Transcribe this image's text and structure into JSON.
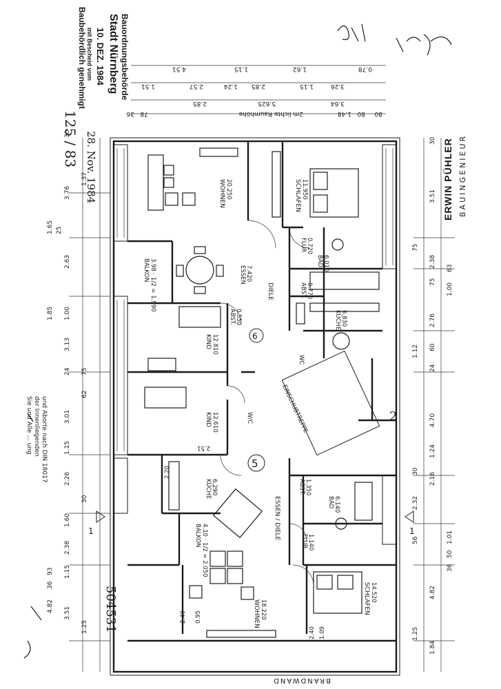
{
  "stamp": {
    "line1": "Baubehördlich genehmigt",
    "line2": "mit Bescheid vom",
    "date": "10. DEZ. 1984",
    "city": "Stadt Nürnberg",
    "office": "Bauordnungsbehörde"
  },
  "case_number": "125 / 83",
  "received_date": "28. Nov. 1984",
  "doc_number": "504531",
  "din_note": {
    "line1": "Sie und Alle ... ung",
    "line2": "der Innenliegenden",
    "line3": "und Aborte nach DIN 18017"
  },
  "architect": {
    "name": "ERWIN PÜHLER",
    "title": "BAUINGENIEUR"
  },
  "brandwand": "BRANDWAND",
  "rooms": {
    "wohnen_top": {
      "name": "WOHNEN",
      "area": "20.250"
    },
    "schlafen_top": {
      "name": "SCHLAFEN",
      "area": "11.950"
    },
    "flur_top": {
      "name": "FLUR",
      "area": "0.720"
    },
    "bad_top": {
      "name": "BAD",
      "area": "6.010"
    },
    "abst_top": {
      "name": "ABST.",
      "area": "0.770"
    },
    "kueche_top": {
      "name": "KÜCHE",
      "area": "6.830"
    },
    "balkon_top": {
      "name": "BALKON",
      "area": "3.98 · 1/2 = 1.990"
    },
    "essen_top": {
      "name": "ESSEN",
      "area": "7.420"
    },
    "diele_top": {
      "name": "DIELE"
    },
    "abst_mid": {
      "name": "ABST.",
      "area": "0.550"
    },
    "kind_1": {
      "name": "KIND",
      "area": "12.810"
    },
    "kind_2": {
      "name": "KIND",
      "area": "12.610"
    },
    "wc_top": {
      "name": "WC"
    },
    "wc_mid": {
      "name": "W/C"
    },
    "kueche_bottom": {
      "name": "KÜCHE",
      "area": "6.290"
    },
    "essen_diele": {
      "name": "ESSEN / DIELE"
    },
    "abst_bottom": {
      "name": "ABST.",
      "area": "1.350"
    },
    "bad_bottom": {
      "name": "BAD",
      "area": "6.140"
    },
    "flur_bottom": {
      "name": "FLUR",
      "area": "1.140"
    },
    "balkon_bottom": {
      "name": "BALKON",
      "area": "4.10 · 1/2 = 2.050"
    },
    "wohnen_bottom": {
      "name": "WOHNEN",
      "area": "18.220"
    },
    "schlafen_bottom": {
      "name": "SCHLAFEN",
      "area": "14.520"
    }
  },
  "unit_markers": {
    "unit_6": "6",
    "unit_5": "5",
    "stair": "2"
  },
  "stair_label": "EINSCHUBTREPPE",
  "section_marks": {
    "left": "1",
    "right": "1"
  },
  "dims_top": [
    "4.51",
    "1.15",
    "1.62",
    "0.78",
    "1.51",
    "2.57",
    "1.24",
    "2.85",
    "2.85",
    "3.26",
    "1.15",
    "3.64",
    "5.625",
    "2m lichte Raumhöhe",
    "78",
    "80",
    "1.48",
    "80",
    "36"
  ],
  "dims_left": [
    "30",
    "1.37",
    "3.76",
    "1.65",
    "25",
    "2.63",
    "1.00",
    "1.85",
    "3.13",
    "24",
    "75",
    "62",
    "3.01",
    "1.15",
    "2.26",
    "30",
    "1.60",
    "2.38",
    "93",
    "36",
    "4.82",
    "3.51",
    "1.25",
    "1.15"
  ],
  "dims_right": [
    "30",
    "3.51",
    "75",
    "2.38",
    "75",
    "63",
    "1.00",
    "2.76",
    "1.12",
    "60",
    "24",
    "4.70",
    "1.24",
    "2.16",
    "30",
    "2.32",
    "56",
    "4.82",
    "1.01",
    "50",
    "36",
    "1.84",
    "1.25"
  ],
  "small_dims": [
    "2.51",
    "2.20",
    "2.40",
    "0.95",
    "2.40",
    "1.09"
  ]
}
